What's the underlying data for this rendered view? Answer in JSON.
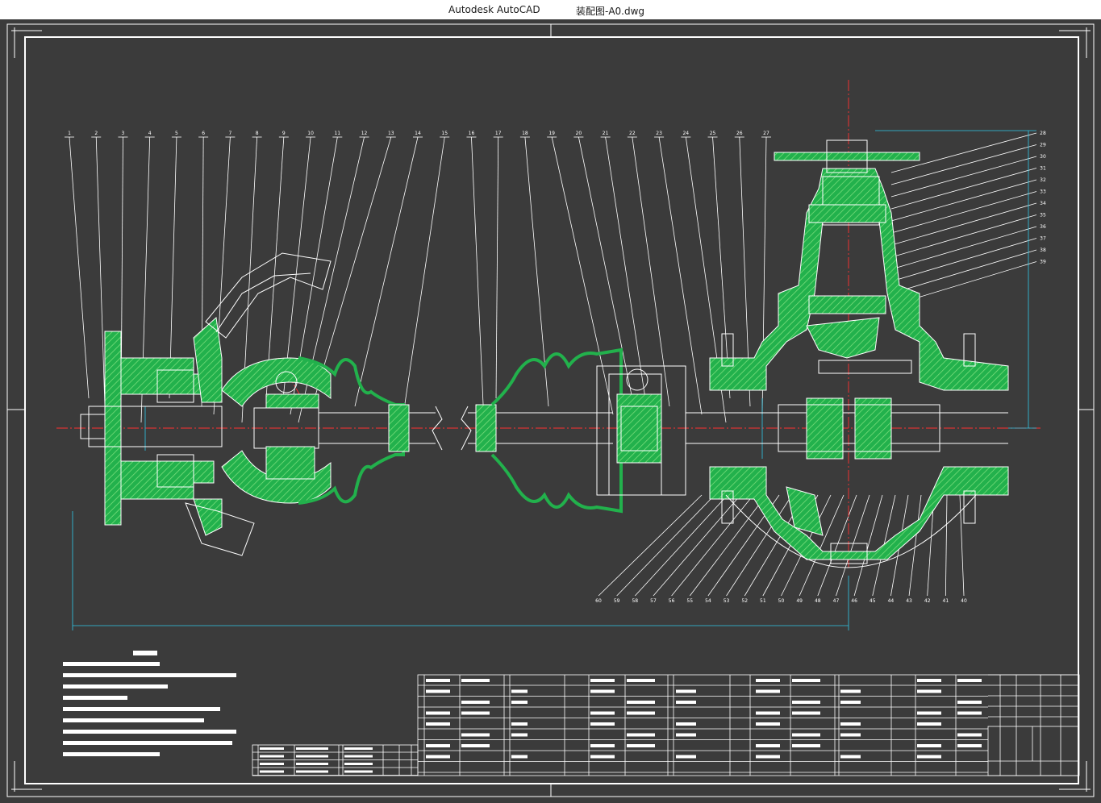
{
  "window": {
    "app_title": "Autodesk AutoCAD",
    "document_title": "装配图-A0.dwg"
  },
  "colors": {
    "background": "#3b3b3b",
    "linework": "#ffffff",
    "section_hatch": "#22b14c",
    "centerline": "#ff3030",
    "dimension": "#2fc8e8"
  },
  "drawing": {
    "balloons_top": [
      "1",
      "2",
      "3",
      "4",
      "5",
      "6",
      "7",
      "8",
      "9",
      "10",
      "11",
      "12",
      "13",
      "14",
      "15",
      "16",
      "17",
      "18",
      "19",
      "20",
      "21",
      "22",
      "23",
      "24",
      "25",
      "26",
      "27"
    ],
    "balloons_right": [
      "28",
      "29",
      "30",
      "31",
      "32",
      "33",
      "34",
      "35",
      "36",
      "37",
      "38",
      "39"
    ],
    "balloons_bottom": [
      "60",
      "59",
      "58",
      "57",
      "56",
      "55",
      "54",
      "53",
      "52",
      "51",
      "50",
      "49",
      "48",
      "47",
      "46",
      "45",
      "44",
      "43",
      "42",
      "41",
      "40"
    ]
  }
}
